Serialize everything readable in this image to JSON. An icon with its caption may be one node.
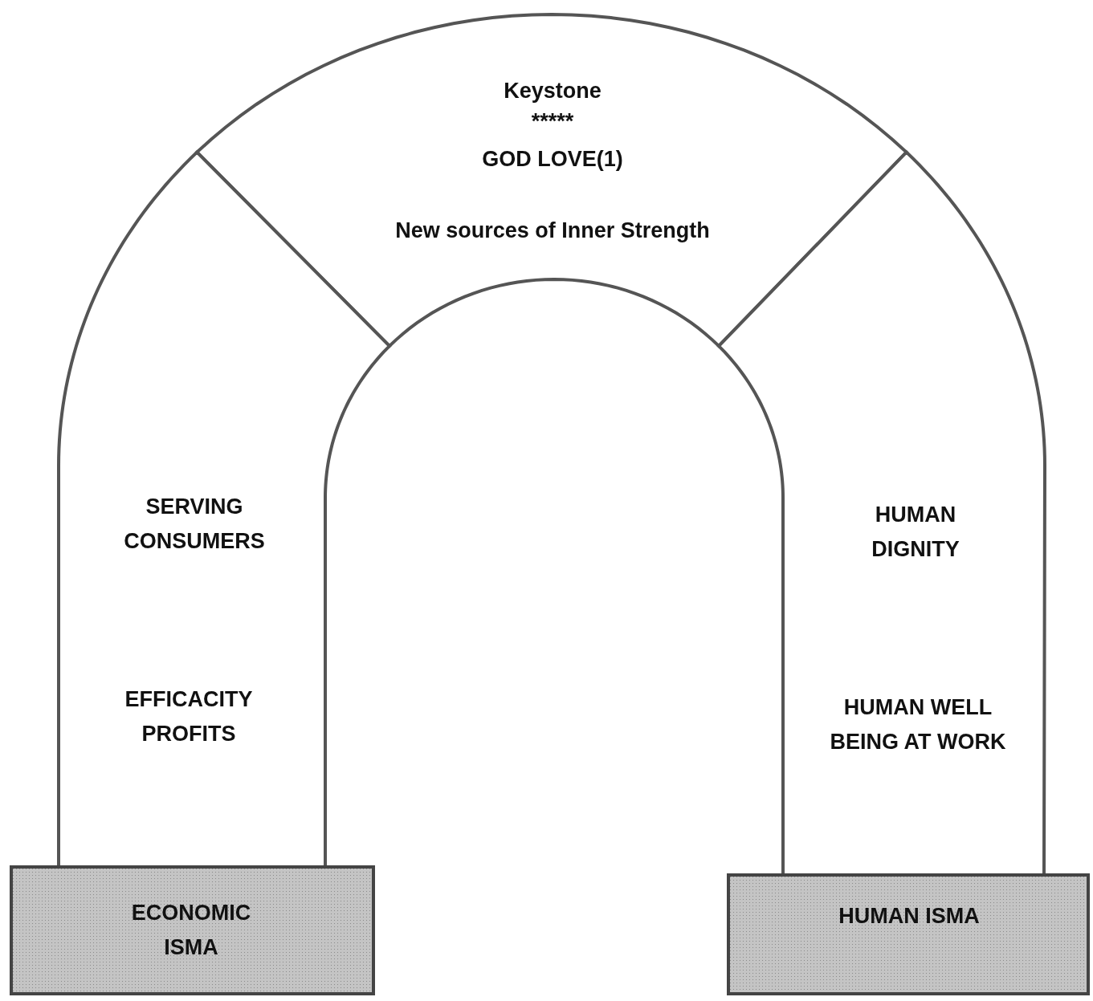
{
  "diagram": {
    "nodes": [
      {
        "text": [
          "Keystone",
          "*****",
          "GOD LOVE(1)",
          "New sources of Inner Strength"
        ]
      },
      {
        "text": [
          "SERVING CONSUMERS",
          "EFFICACITY PROFITS"
        ]
      },
      {
        "text": [
          "HUMAN DIGNITY",
          "HUMAN WELL BEING AT WORK"
        ]
      },
      {
        "text": [
          "ECONOMIC ISMA"
        ]
      },
      {
        "text": [
          "HUMAN ISMA"
        ]
      }
    ]
  }
}
